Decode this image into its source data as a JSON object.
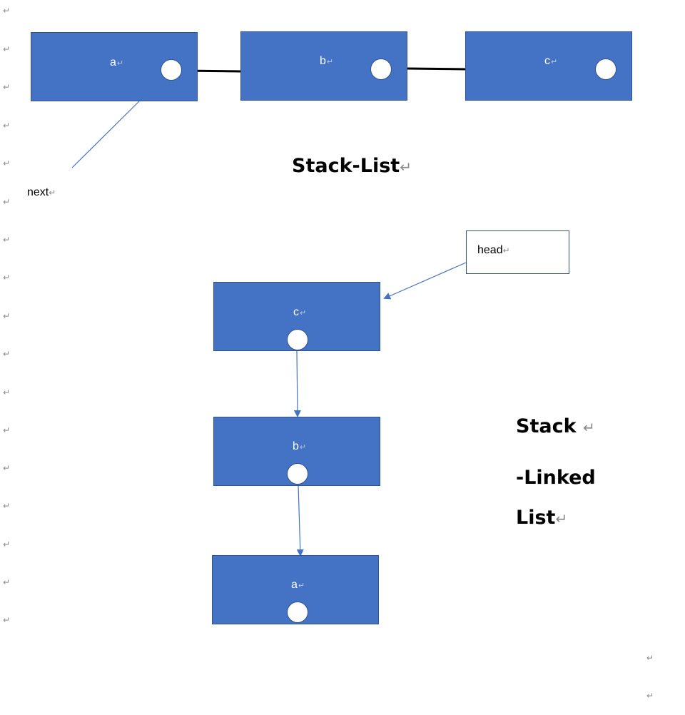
{
  "paragraph_mark": "↵",
  "top_nodes": [
    {
      "label": "a"
    },
    {
      "label": "b"
    },
    {
      "label": "c"
    }
  ],
  "next_label": "next",
  "stack_list_title": "Stack-List",
  "head_label": "head",
  "stack_nodes": [
    {
      "label": "c"
    },
    {
      "label": "b"
    },
    {
      "label": "a"
    }
  ],
  "linked_title": {
    "line1": "Stack",
    "line2": "-Linked",
    "line3": "List"
  },
  "colors": {
    "node_fill": "#4472c4",
    "node_border": "#2f528f",
    "connector": "#000000",
    "arrow": "#4472c4"
  }
}
